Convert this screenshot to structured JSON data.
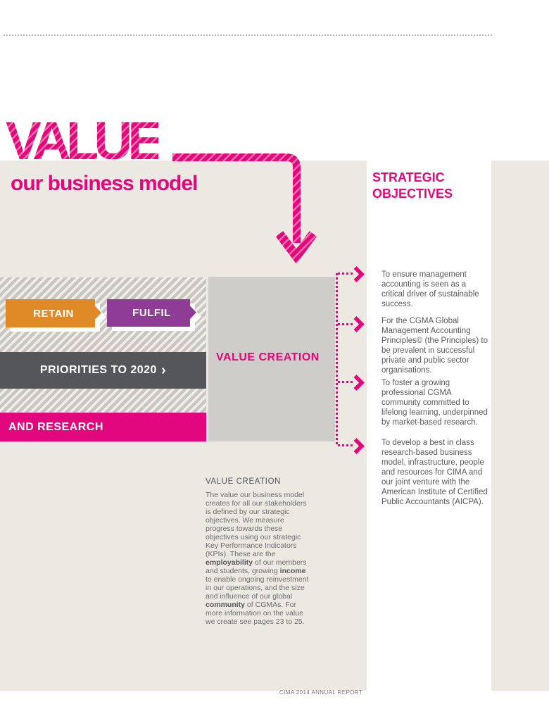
{
  "header": {
    "title": "VALUE",
    "subtitle": "our business model"
  },
  "strategic": {
    "heading": "STRATEGIC\nOBJECTIVES",
    "objectives": [
      "To ensure management accounting is seen as a critical driver of sustainable success.",
      "For the CGMA Global Management Accounting Principles© (the Principles) to be prevalent in successful private and public sector organisations.",
      "To foster a growing professional CGMA community committed to lifelong learning, underpinned by market-based research.",
      "To develop a best in class research-based business model, infrastructure, people and resources for CIMA and our joint venture with the American Institute of Certified Public Accountants (AICPA)."
    ]
  },
  "diagram": {
    "ribbons": [
      {
        "label": "RETAIN",
        "color": "#e08927"
      },
      {
        "label": "FULFIL",
        "color": "#8e3c96"
      }
    ],
    "priorities_label": "PRIORITIES TO 2020",
    "research_label": "AND RESEARCH",
    "value_creation_label": "VALUE CREATION"
  },
  "icons": {
    "chevron_right": "›"
  },
  "note": {
    "title": "VALUE CREATION",
    "body": [
      {
        "text": "The value our business model creates for all our stakeholders is defined by our strategic objectives. We measure progress towards these objectives using our strategic Key Performance Indicators (KPIs). These are the ",
        "bold": false
      },
      {
        "text": "employability",
        "bold": true
      },
      {
        "text": " of our members and students, growing ",
        "bold": false
      },
      {
        "text": "income",
        "bold": true
      },
      {
        "text": " to enable ongoing reinvestment in our operations, and the size and influence of our global ",
        "bold": false
      },
      {
        "text": "community",
        "bold": true
      },
      {
        "text": " of CGMAs. For more information on the value we create see pages 23 to 25.",
        "bold": false
      }
    ]
  },
  "footer": {
    "caption": "CIMA 2014 ANNUAL REPORT"
  },
  "colors": {
    "pink": "#e2077d",
    "pink_stripe_light": "#ef74aa",
    "orange": "#e08927",
    "purple": "#8e3c96",
    "dark_gray": "#55565a",
    "beige": "#ece9e3",
    "panel_gray": "#cecdc9",
    "hatch_gray": "#c9c6c1",
    "objective_text": "#58595b",
    "note_text": "#6b6c6e"
  }
}
